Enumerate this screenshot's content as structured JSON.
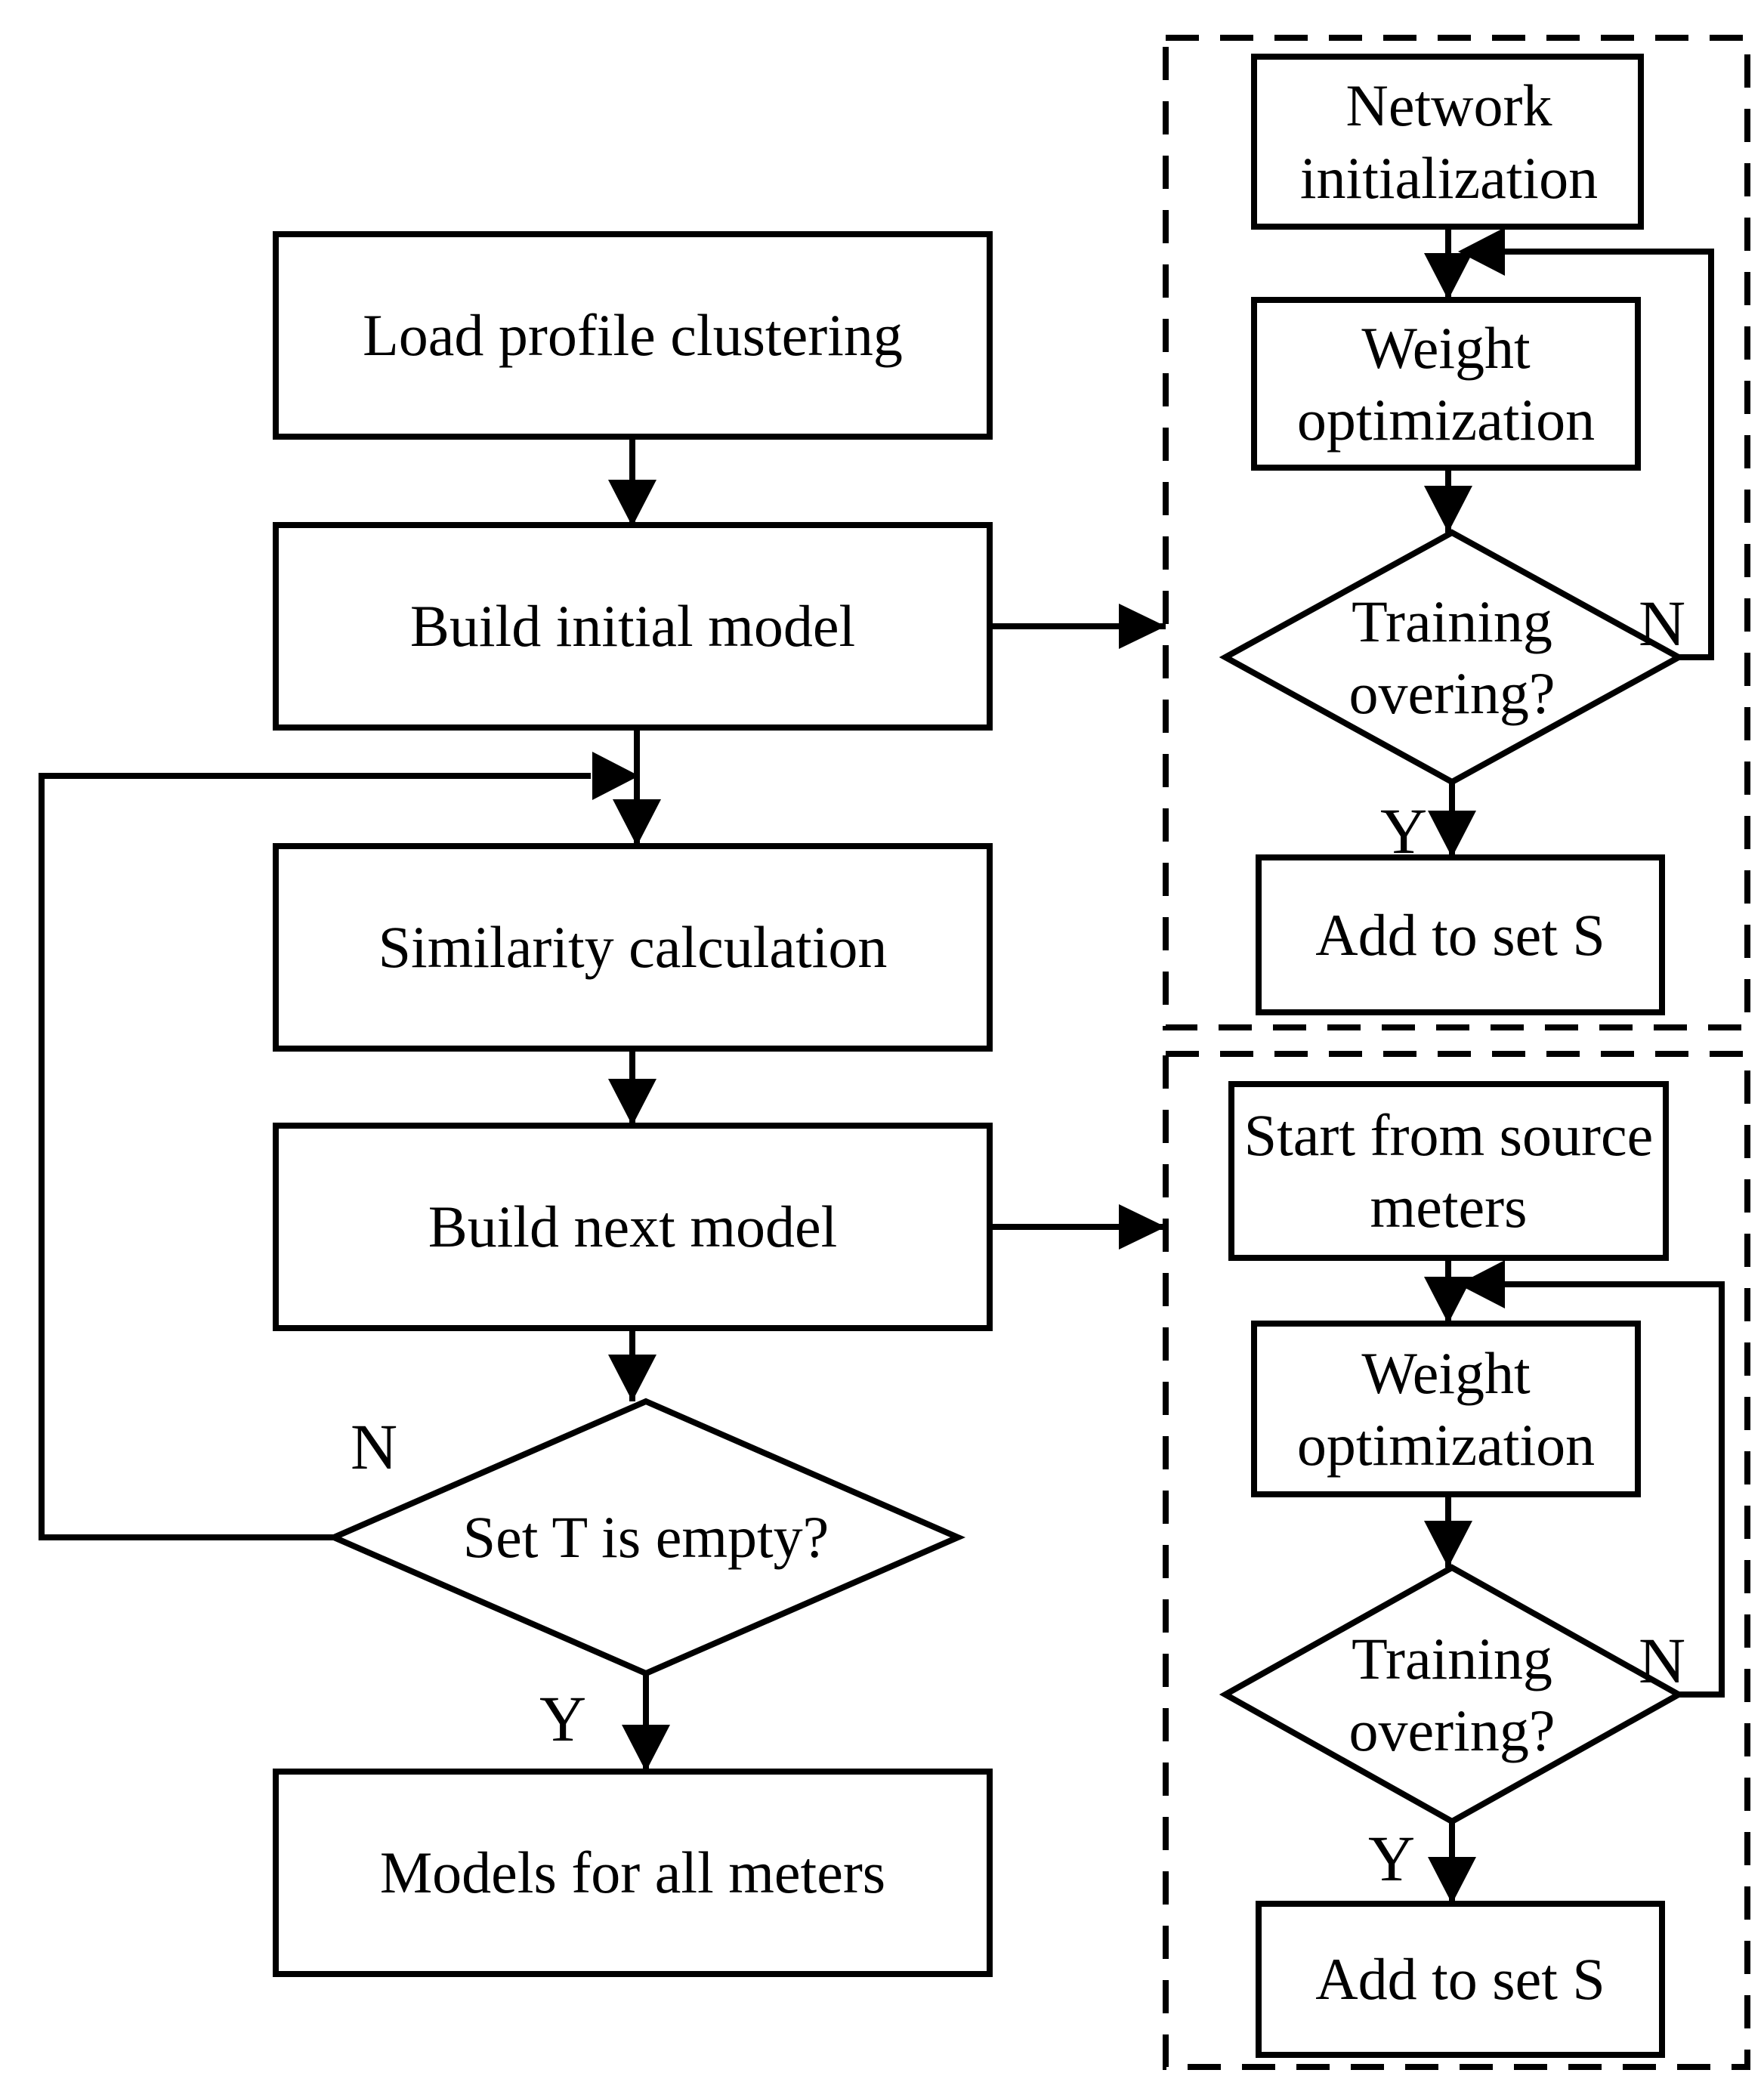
{
  "page": {
    "background": "#ffffff",
    "line_color": "#000000"
  },
  "flow": {
    "main": {
      "load_profile": "Load profile clustering",
      "build_initial": "Build initial model",
      "similarity": "Similarity calculation",
      "build_next": "Build next model",
      "set_t_empty": "Set T is empty?",
      "models_all": "Models for all meters",
      "no_label": "N",
      "yes_label": "Y"
    },
    "initial_training_panel": {
      "network_init": "Network initialization",
      "weight_opt": "Weight optimization",
      "training_over": "Training overing?",
      "add_to_set": "Add to set S",
      "no_label": "N",
      "yes_label": "Y"
    },
    "next_training_panel": {
      "start_source": "Start from source meters",
      "weight_opt": "Weight optimization",
      "training_over": "Training overing?",
      "add_to_set": "Add to set S",
      "no_label": "N",
      "yes_label": "Y"
    }
  }
}
